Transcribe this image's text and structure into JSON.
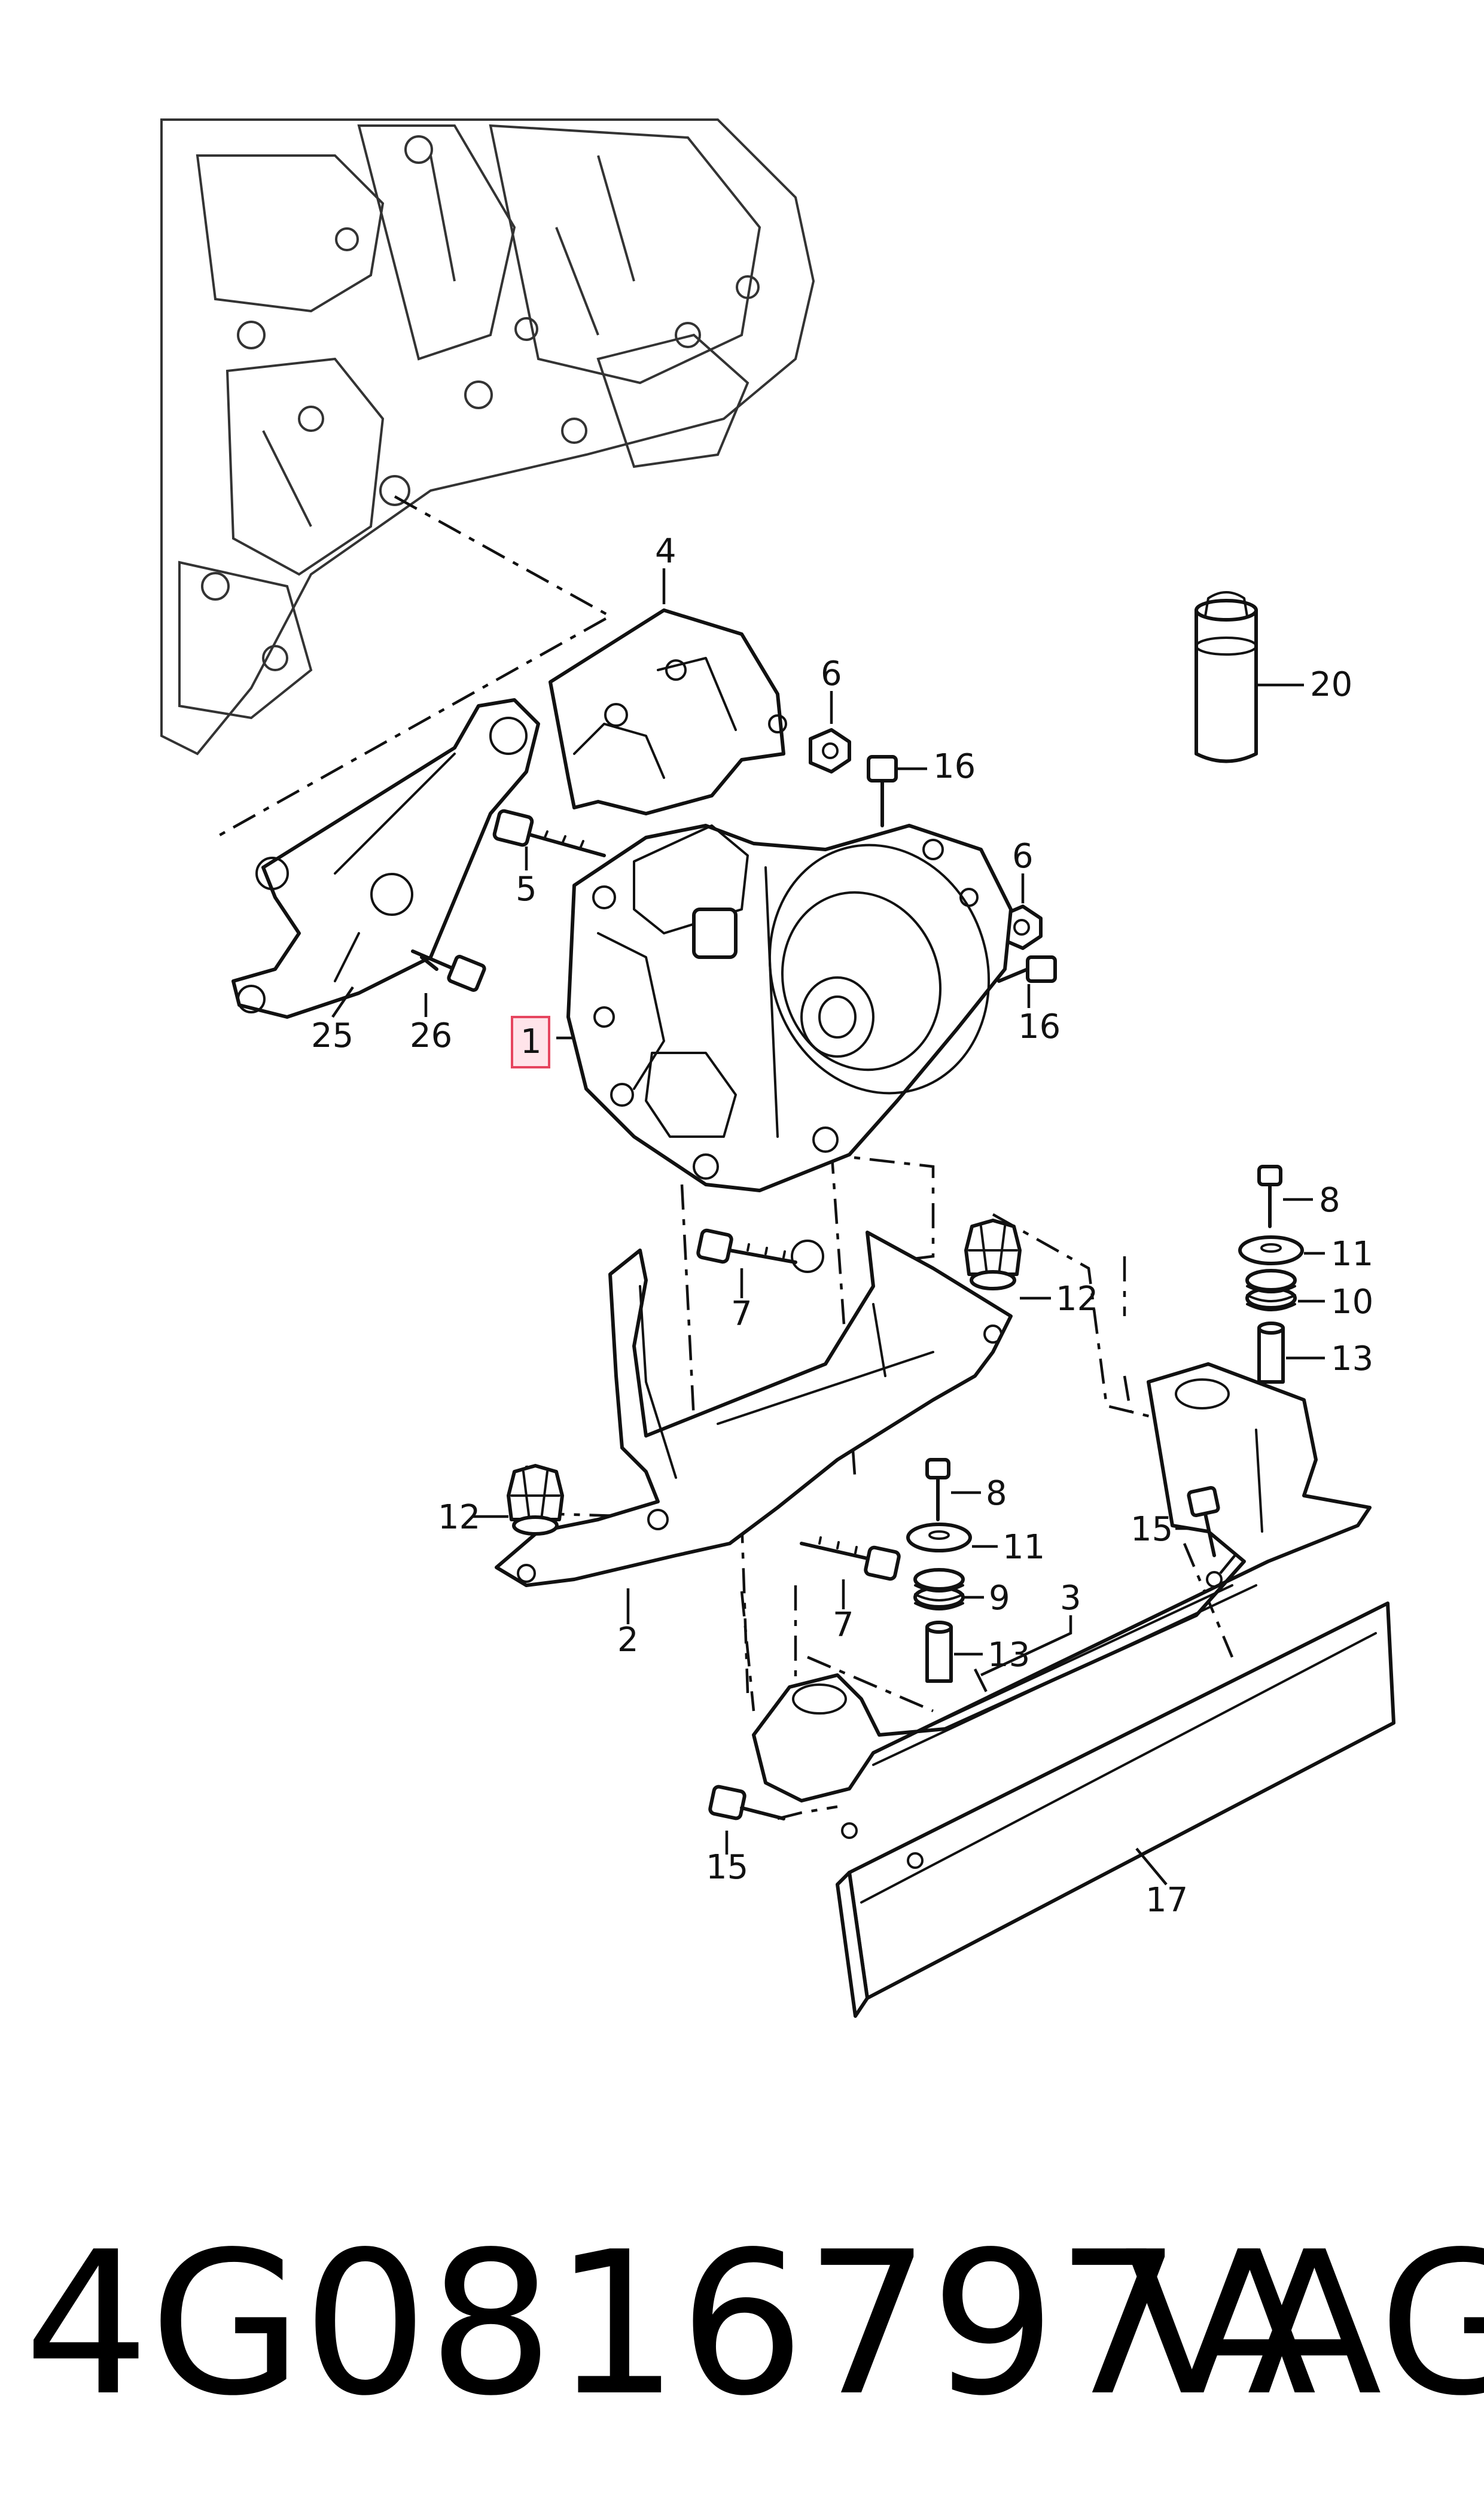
{
  "diagram": {
    "highlighted_callout": "1",
    "callouts": {
      "c1": "1",
      "c2": "2",
      "c3": "3",
      "c4": "4",
      "c5": "5",
      "c6a": "6",
      "c6b": "6",
      "c7a": "7",
      "c7b": "7",
      "c8a": "8",
      "c8b": "8",
      "c9": "9",
      "c10": "10",
      "c11a": "11",
      "c11b": "11",
      "c12a": "12",
      "c12b": "12",
      "c13a": "13",
      "c13b": "13",
      "c15a": "15",
      "c15b": "15",
      "c16a": "16",
      "c16b": "16",
      "c17": "17",
      "c20": "20",
      "c25": "25",
      "c26": "26"
    }
  },
  "footer": {
    "part_number": "4G0816797A",
    "brand": "VAG"
  },
  "colors": {
    "line": "#111111",
    "highlight_fill": "#ffe4ea",
    "highlight_stroke": "#e6455f",
    "background": "#ffffff"
  }
}
